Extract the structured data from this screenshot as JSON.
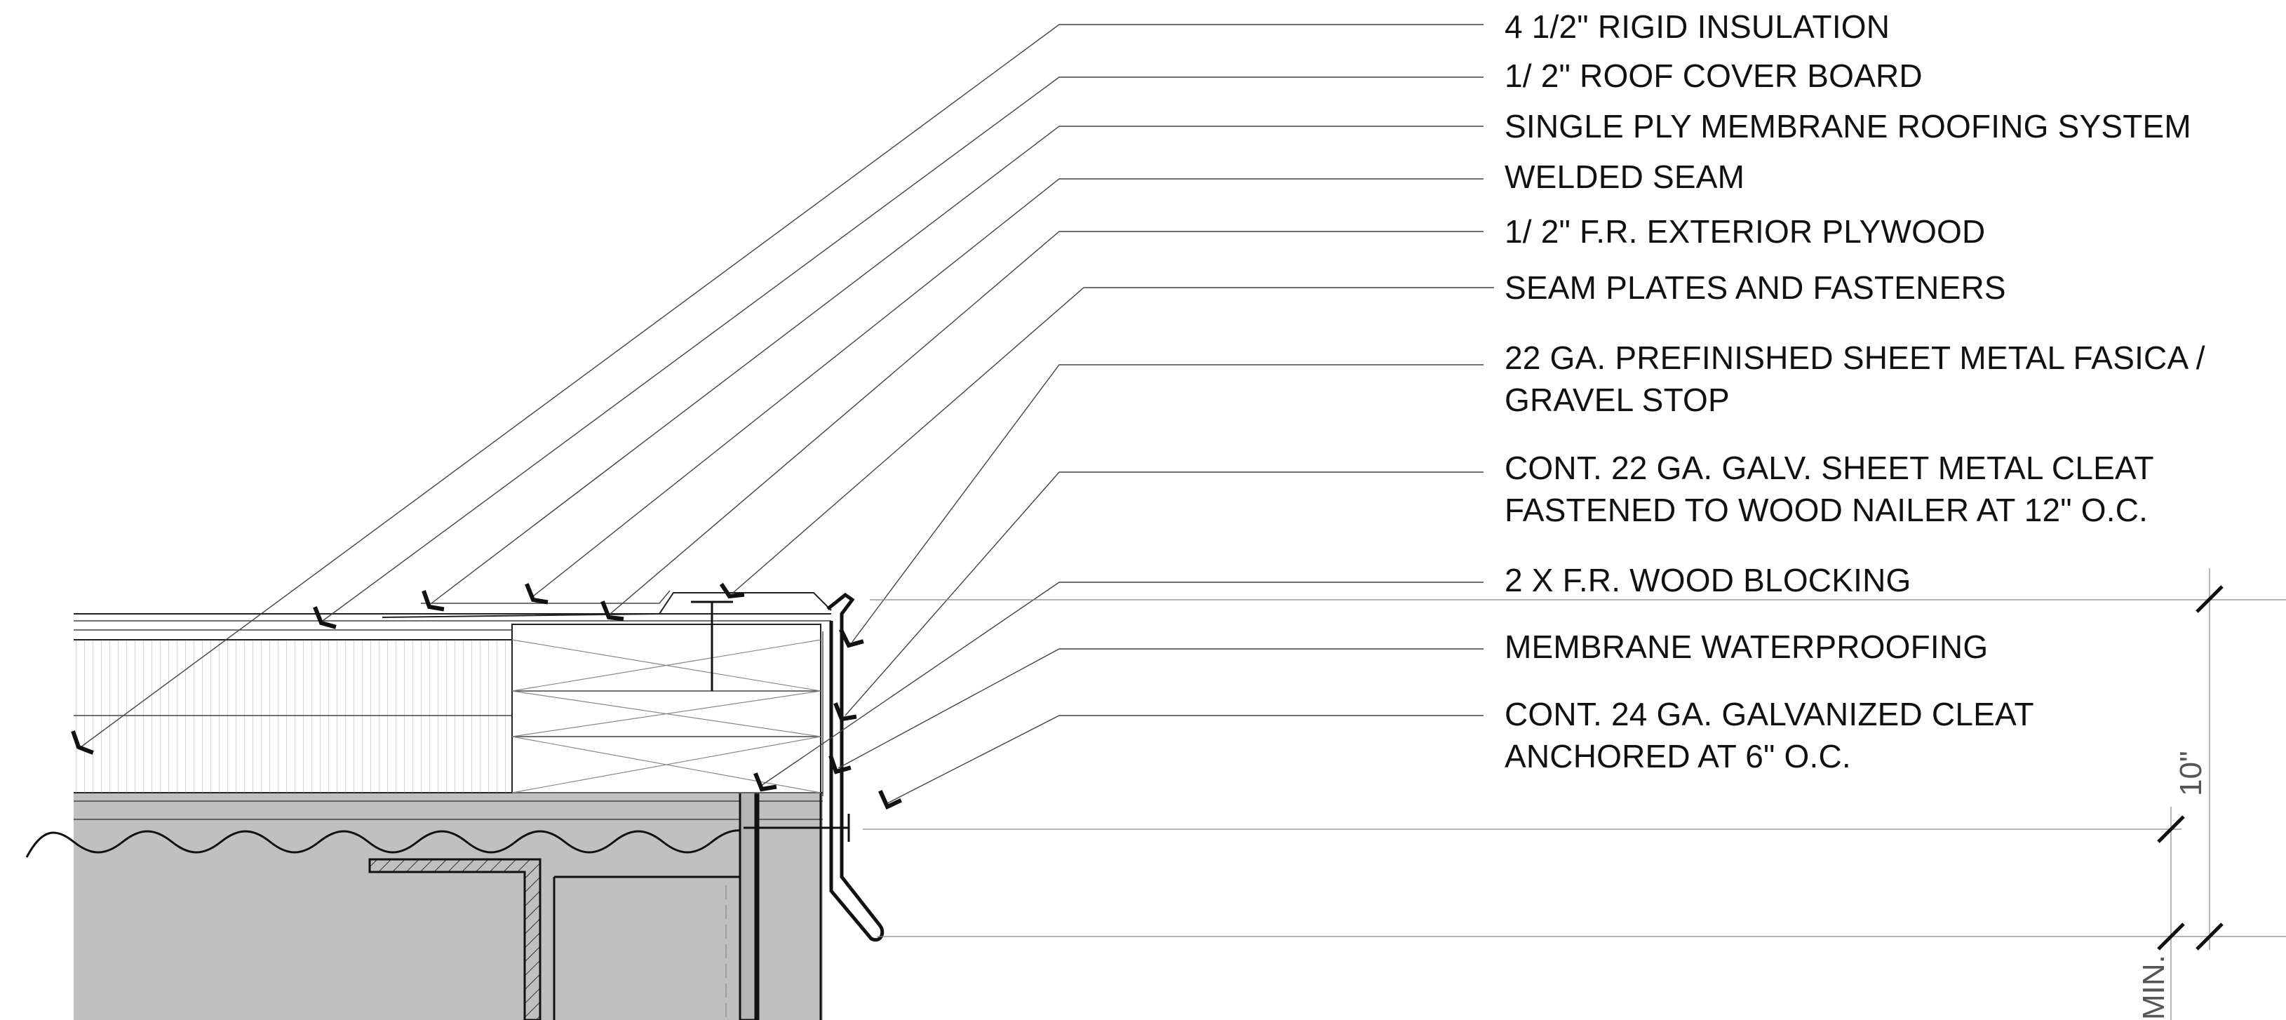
{
  "callouts": [
    {
      "id": "rigid-insulation",
      "lines": [
        "4 1/2\" RIGID INSULATION"
      ]
    },
    {
      "id": "roof-cover-board",
      "lines": [
        "1/ 2\" ROOF COVER BOARD"
      ]
    },
    {
      "id": "membrane-roofing",
      "lines": [
        "SINGLE PLY MEMBRANE ROOFING SYSTEM"
      ]
    },
    {
      "id": "welded-seam",
      "lines": [
        "WELDED SEAM"
      ]
    },
    {
      "id": "plywood",
      "lines": [
        "1/ 2\" F.R. EXTERIOR PLYWOOD"
      ]
    },
    {
      "id": "seam-plates",
      "lines": [
        "SEAM PLATES AND FASTENERS"
      ]
    },
    {
      "id": "fascia",
      "lines": [
        "22 GA. PREFINISHED SHEET METAL FASICA /",
        "GRAVEL STOP"
      ]
    },
    {
      "id": "cleat-22",
      "lines": [
        "CONT. 22 GA. GALV. SHEET METAL CLEAT",
        "FASTENED TO WOOD NAILER AT 12\" O.C."
      ]
    },
    {
      "id": "wood-blocking",
      "lines": [
        "2 X F.R. WOOD BLOCKING"
      ]
    },
    {
      "id": "waterproofing",
      "lines": [
        "MEMBRANE WATERPROOFING"
      ]
    },
    {
      "id": "cleat-24",
      "lines": [
        "CONT. 24 GA. GALVANIZED CLEAT",
        "ANCHORED AT 6\" O.C."
      ]
    }
  ],
  "dimensions": {
    "height_label": "10\"",
    "min_label": "MIN."
  }
}
